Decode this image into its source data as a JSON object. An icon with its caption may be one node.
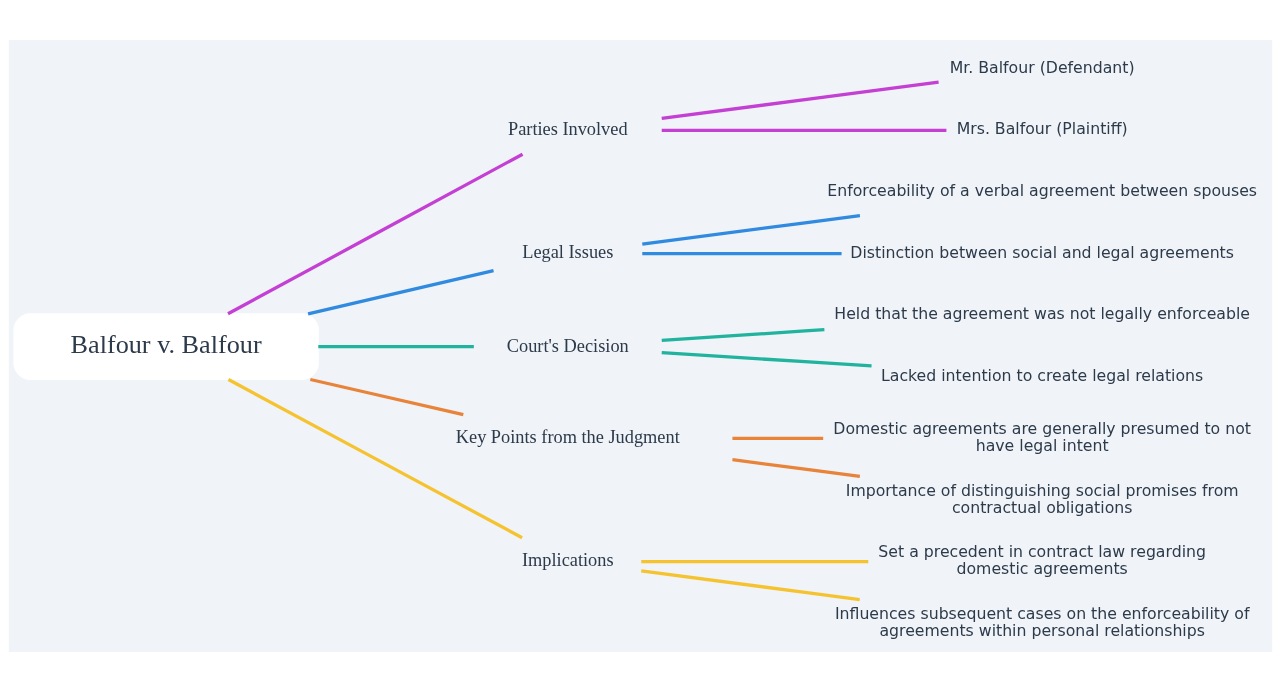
{
  "diagram": {
    "nodes": [
      {
        "text": [
          "Balfour v. Balfour"
        ]
      },
      {
        "text": [
          "Parties Involved"
        ]
      },
      {
        "text": [
          "Mr. Balfour (Defendant)"
        ]
      },
      {
        "text": [
          "Mrs. Balfour (Plaintiff)"
        ]
      },
      {
        "text": [
          "Legal Issues"
        ]
      },
      {
        "text": [
          "Enforceability of a verbal agreement between spouses"
        ]
      },
      {
        "text": [
          "Distinction between social and legal agreements"
        ]
      },
      {
        "text": [
          "Court's Decision"
        ]
      },
      {
        "text": [
          "Held that the agreement was not legally enforceable"
        ]
      },
      {
        "text": [
          "Lacked intention to create legal relations"
        ]
      },
      {
        "text": [
          "Key Points from the Judgment"
        ]
      },
      {
        "text": [
          "Domestic agreements are generally presumed to not have legal intent"
        ]
      },
      {
        "text": [
          "Importance of distinguishing social promises from contractual obligations"
        ]
      },
      {
        "text": [
          "Implications"
        ]
      },
      {
        "text": [
          "Set a precedent in contract law regarding domestic agreements"
        ]
      },
      {
        "text": [
          "Influences subsequent cases on the enforceability of agreements within personal relationships"
        ]
      }
    ],
    "edges": [
      {
        "from": 0,
        "to": 1,
        "arrow": "none",
        "color": "#c43fd3"
      },
      {
        "from": 1,
        "to": 2,
        "arrow": "none",
        "color": "#c43fd3"
      },
      {
        "from": 1,
        "to": 3,
        "arrow": "none",
        "color": "#c43fd3"
      },
      {
        "from": 0,
        "to": 4,
        "arrow": "none",
        "color": "#2f8ae0"
      },
      {
        "from": 4,
        "to": 5,
        "arrow": "none",
        "color": "#2f8ae0"
      },
      {
        "from": 4,
        "to": 6,
        "arrow": "none",
        "color": "#2f8ae0"
      },
      {
        "from": 0,
        "to": 7,
        "arrow": "none",
        "color": "#20b39e"
      },
      {
        "from": 7,
        "to": 8,
        "arrow": "none",
        "color": "#20b39e"
      },
      {
        "from": 7,
        "to": 9,
        "arrow": "none",
        "color": "#20b39e"
      },
      {
        "from": 0,
        "to": 10,
        "arrow": "none",
        "color": "#e8833a"
      },
      {
        "from": 10,
        "to": 11,
        "arrow": "none",
        "color": "#e8833a"
      },
      {
        "from": 10,
        "to": 12,
        "arrow": "none",
        "color": "#e8833a"
      },
      {
        "from": 0,
        "to": 13,
        "arrow": "none",
        "color": "#f5c330"
      },
      {
        "from": 13,
        "to": 14,
        "arrow": "none",
        "color": "#f5c330"
      },
      {
        "from": 13,
        "to": 15,
        "arrow": "none",
        "color": "#f5c330"
      }
    ]
  }
}
